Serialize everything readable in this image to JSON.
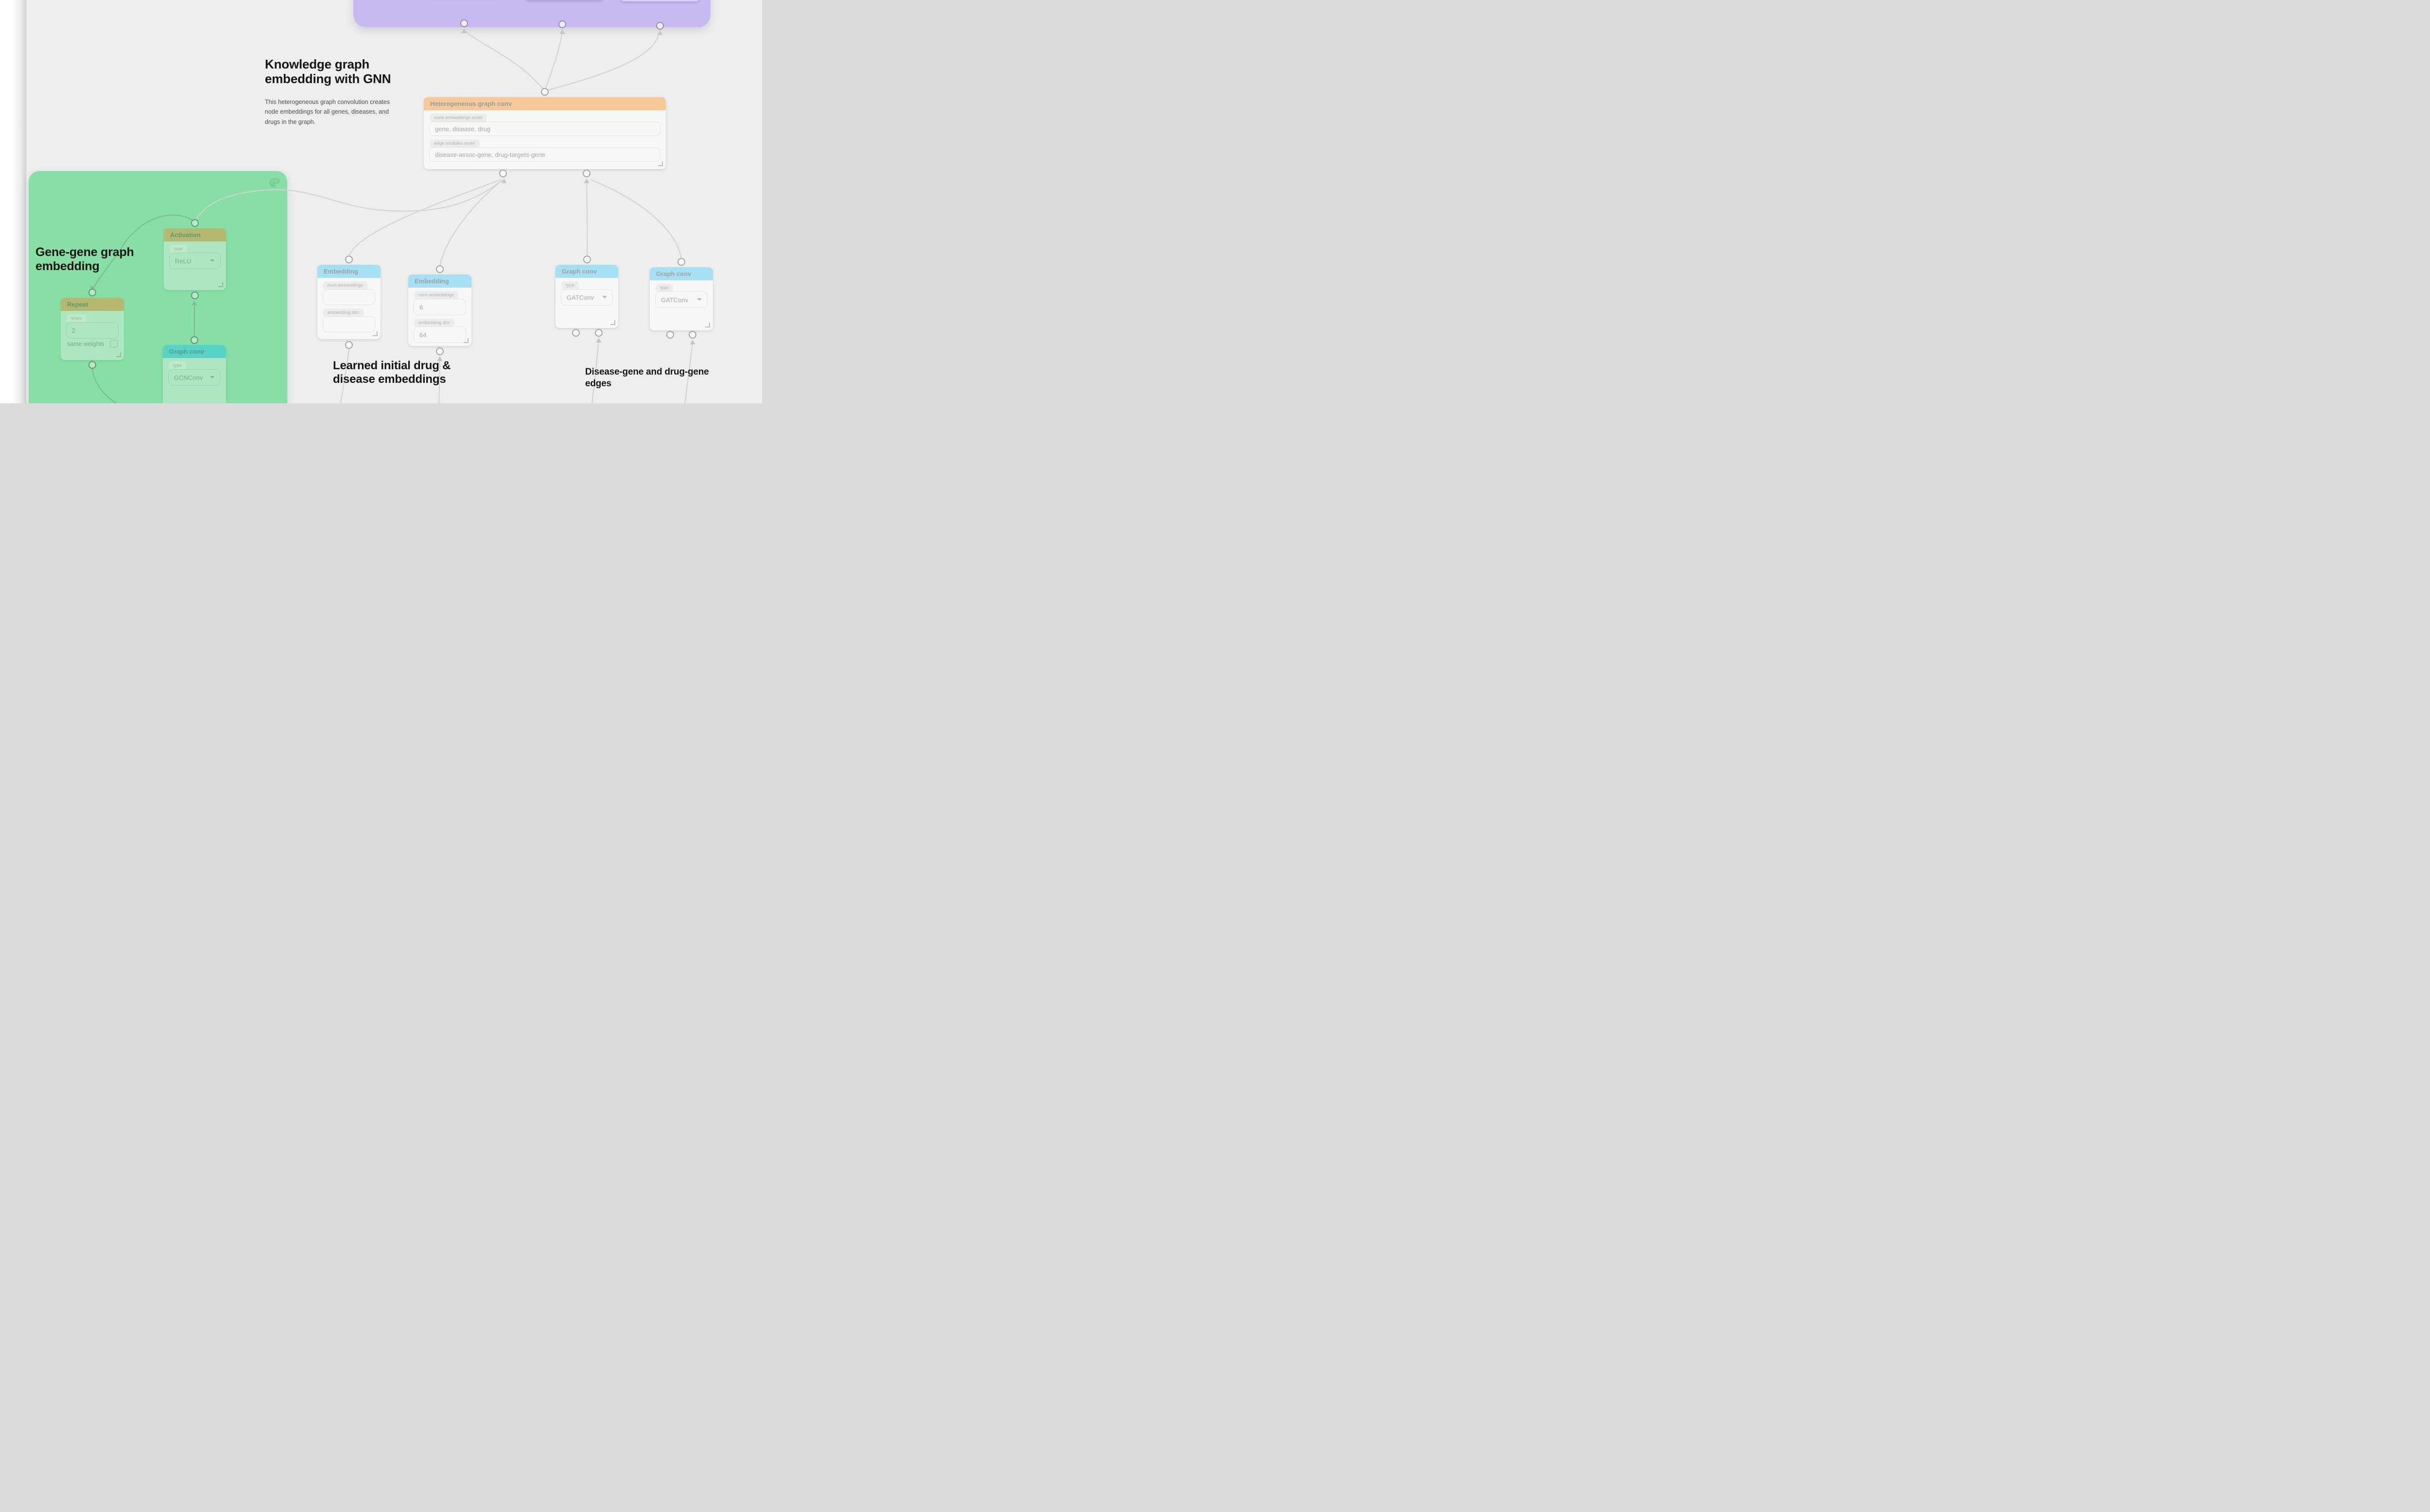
{
  "colors": {
    "canvas_bg": "#eeeeee",
    "purple_group": "#c8baf0",
    "purple_card": "#d9cdf8",
    "green_group": "#87dfa6",
    "orange_header": "#f5ca9b",
    "blue_header": "#a6e0f5",
    "olive_header": "#b4b870",
    "teal_header": "#56d2c7",
    "edge_grey": "#d2d2d2",
    "edge_green": "#7eb796"
  },
  "annotations": {
    "kg_heading": "Knowledge graph embedding with GNN",
    "kg_description": "This heterogeneous graph convolution creates node embeddings for all genes, diseases, and drugs in the graph.",
    "gene_gene_heading": "Gene-gene graph embedding",
    "learned_heading": "Learned initial drug & disease embeddings",
    "disease_edges_heading": "Disease-gene and drug-gene edges"
  },
  "nodes": {
    "het_conv": {
      "title": "Heterogeneous graph conv",
      "fields": [
        {
          "label": "node embeddings order",
          "value": "gene, disease, drug"
        },
        {
          "label": "edge modules order",
          "value": "disease-assoc-gene, drug-targets-gene"
        }
      ]
    },
    "activation": {
      "title": "Activation",
      "type_label": "type",
      "type_value": "ReLU"
    },
    "repeat": {
      "title": "Repeat",
      "times_label": "times",
      "times_value": "2",
      "checkbox_label": "same weights"
    },
    "graph_conv_gcn": {
      "title": "Graph conv",
      "type_label": "type",
      "type_value": "GCNConv"
    },
    "embedding_gene": {
      "title": "Embedding",
      "num_label": "num embeddings",
      "num_value": "",
      "dim_label": "embedding dim",
      "dim_value": ""
    },
    "embedding_drug": {
      "title": "Embedding",
      "num_label": "num embeddings",
      "num_value": "6",
      "dim_label": "embedding dim",
      "dim_value": "64"
    },
    "graph_conv_gat1": {
      "title": "Graph conv",
      "type_label": "type",
      "type_value": "GATConv"
    },
    "graph_conv_gat2": {
      "title": "Graph conv",
      "type_label": "type",
      "type_value": "GATConv"
    }
  }
}
